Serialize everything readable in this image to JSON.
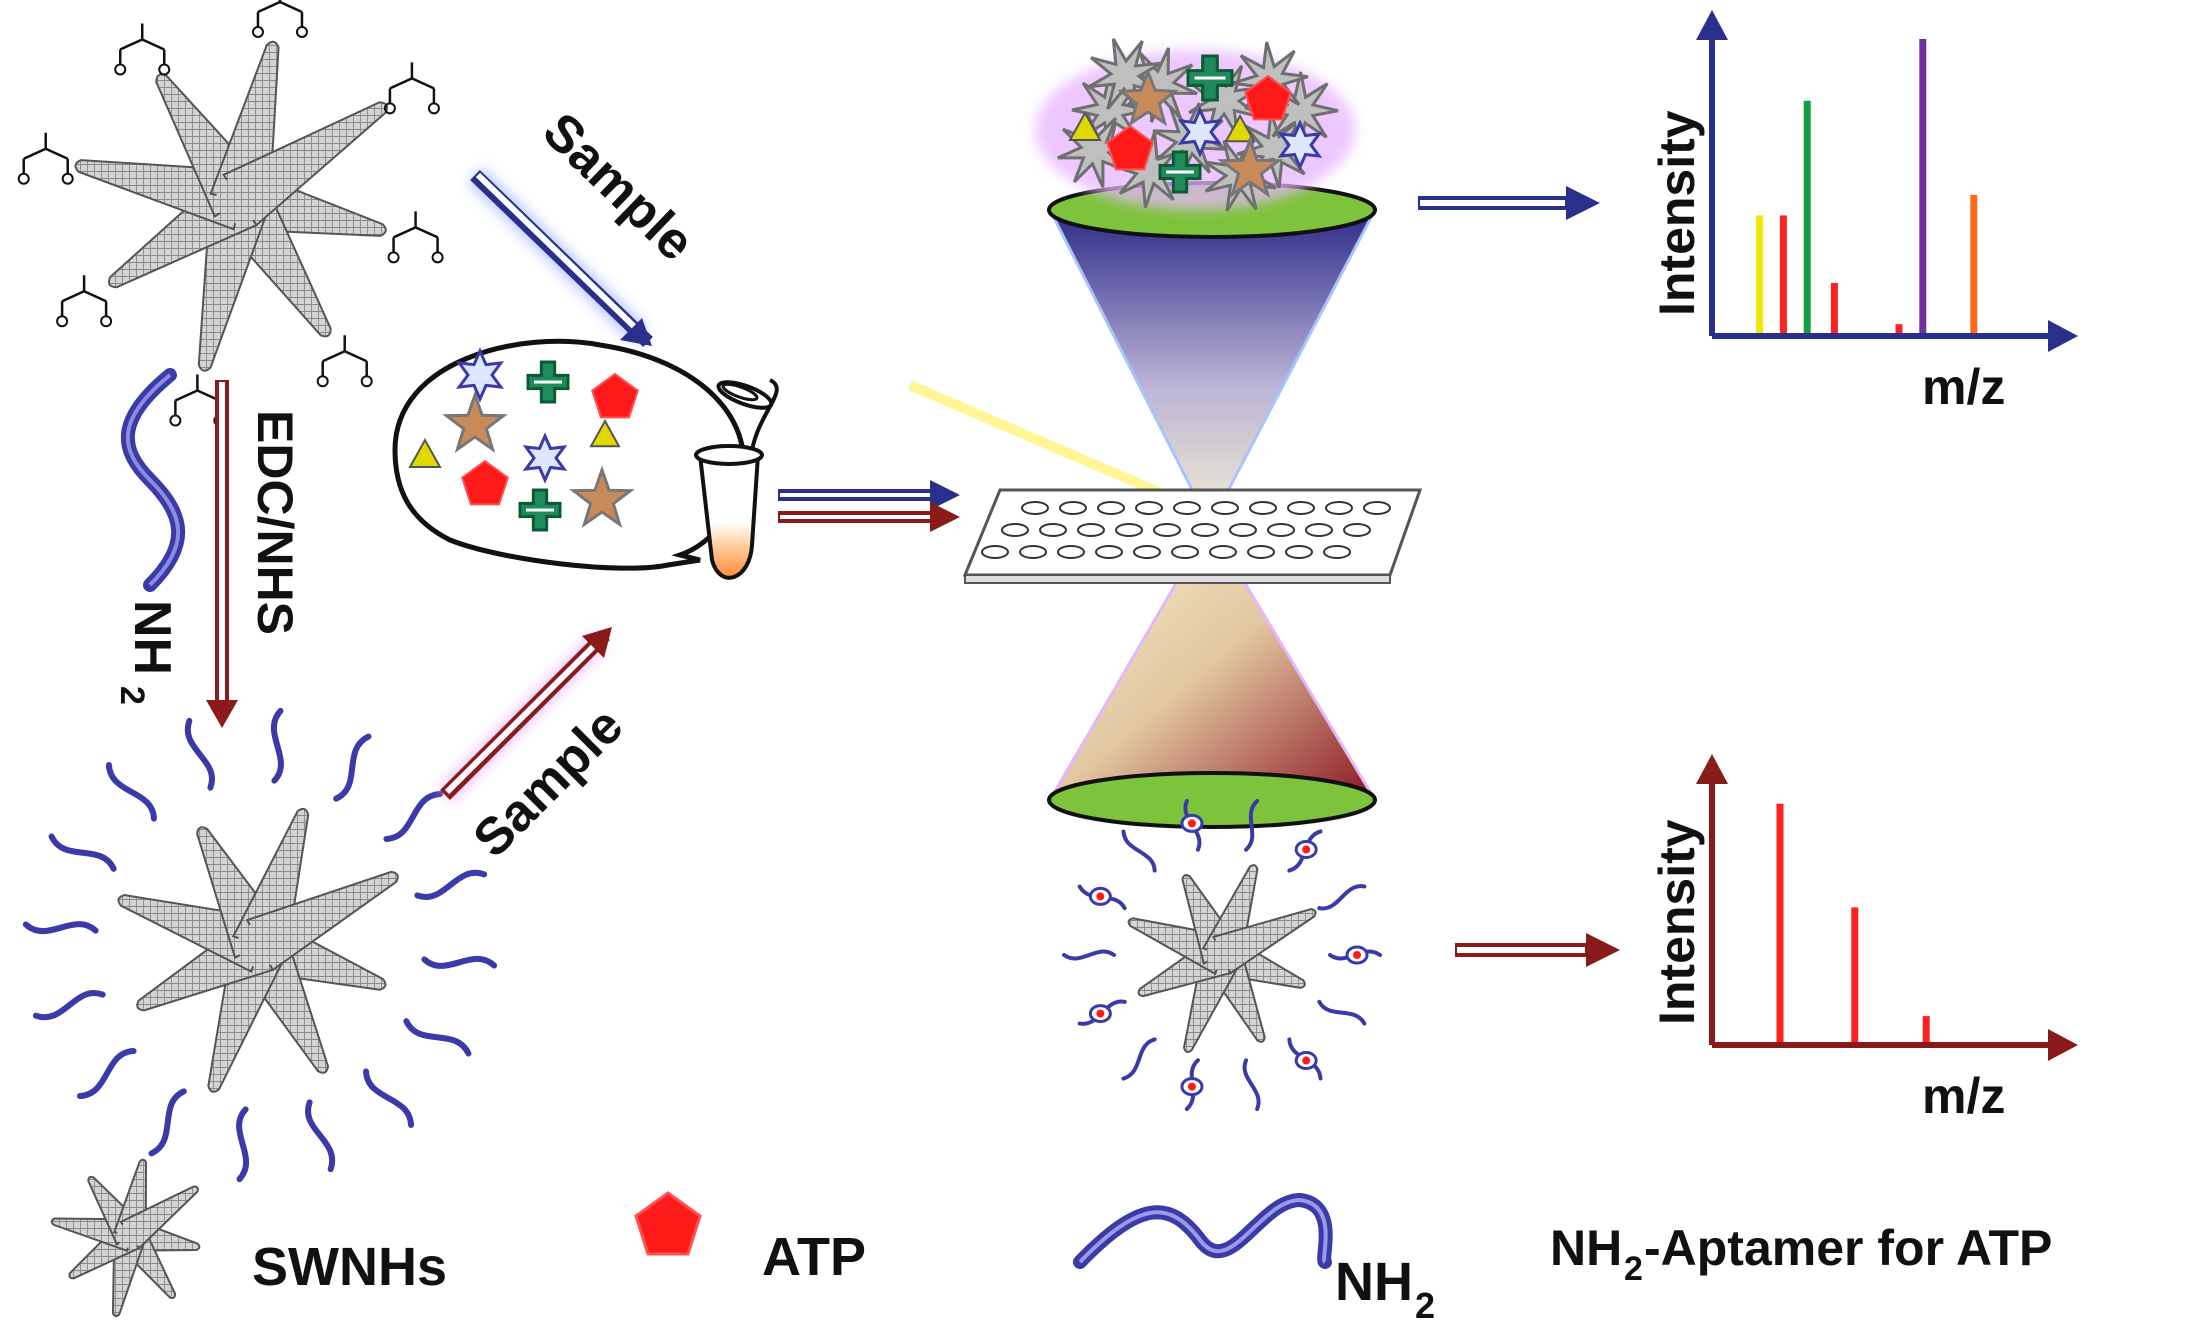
{
  "labels": {
    "sample_top": "Sample",
    "sample_bottom": "Sample",
    "edc_nhs": "EDC/NHS",
    "nh2_left": "NH",
    "nh2_left_sub": "2"
  },
  "spectra": {
    "top": {
      "ylabel": "Intensity",
      "xlabel": "m/z",
      "axis_color": "#2b2f8c",
      "peaks": [
        {
          "x": 0.14,
          "h": 0.4,
          "color": "#f2e600"
        },
        {
          "x": 0.21,
          "h": 0.4,
          "color": "#ff2020"
        },
        {
          "x": 0.28,
          "h": 0.79,
          "color": "#10a040"
        },
        {
          "x": 0.36,
          "h": 0.17,
          "color": "#ff2020"
        },
        {
          "x": 0.55,
          "h": 0.03,
          "color": "#ff2020"
        },
        {
          "x": 0.62,
          "h": 1.0,
          "color": "#7030a0"
        },
        {
          "x": 0.77,
          "h": 0.47,
          "color": "#ff6a1a"
        }
      ]
    },
    "bottom": {
      "ylabel": "Intensity",
      "xlabel": "m/z",
      "axis_color": "#8b1a1a",
      "peaks": [
        {
          "x": 0.2,
          "h": 0.92,
          "color": "#ff2020"
        },
        {
          "x": 0.42,
          "h": 0.52,
          "color": "#ff2020"
        },
        {
          "x": 0.63,
          "h": 0.1,
          "color": "#ff2020"
        }
      ]
    }
  },
  "legend": {
    "swnhs": "SWNHs",
    "atp": "ATP",
    "nh2": "NH",
    "nh2_sub": "2",
    "aptamer_nh": "NH",
    "aptamer_sub": "2",
    "aptamer_rest": "-Aptamer for ATP"
  },
  "colors": {
    "blue": "#2b2f8c",
    "red": "#8b1a1a",
    "green": "#7ec33c",
    "strand": "#3a3aa8",
    "atp": "#ff1a1a"
  }
}
